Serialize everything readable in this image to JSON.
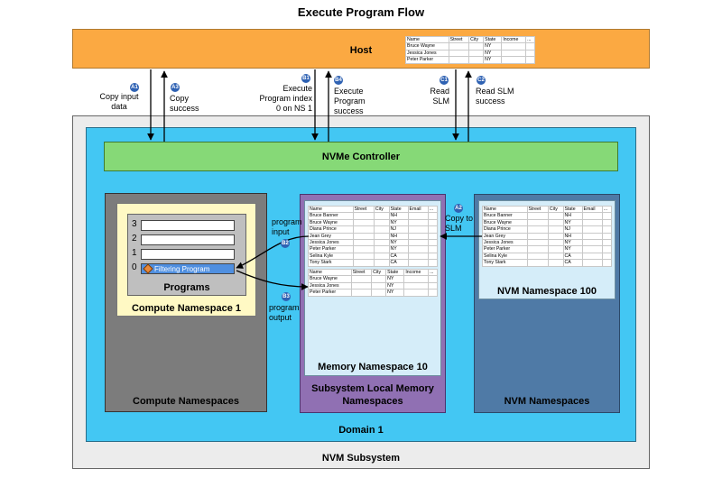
{
  "title": "Execute Program Flow",
  "host": {
    "label": "Host",
    "table": {
      "headers": [
        "Name",
        "Street",
        "City",
        "State",
        "Income",
        "..."
      ],
      "rows": [
        [
          "Bruce Wayne",
          "",
          "",
          "NY",
          "",
          ""
        ],
        [
          "Jessica Jones",
          "",
          "",
          "NY",
          "",
          ""
        ],
        [
          "Peter Parker",
          "",
          "",
          "NY",
          "",
          ""
        ]
      ]
    }
  },
  "annotations": [
    {
      "badge": "A1",
      "text_lines": [
        "Copy input",
        "data"
      ]
    },
    {
      "badge": "A3",
      "text_lines": [
        "Copy",
        "success"
      ]
    },
    {
      "badge": "B1",
      "text_lines": [
        "Execute",
        "Program index",
        "0 on NS 1"
      ]
    },
    {
      "badge": "B4",
      "text_lines": [
        "Execute",
        "Program",
        "success"
      ]
    },
    {
      "badge": "C1",
      "text_lines": [
        "Read",
        "SLM"
      ]
    },
    {
      "badge": "C2",
      "text_lines": [
        "Read SLM",
        "success"
      ]
    },
    {
      "badge": "A2",
      "text_lines": [
        "Copy to",
        "SLM"
      ]
    },
    {
      "badge": "B2",
      "text_lines": [
        "program",
        "input"
      ]
    },
    {
      "badge": "B3",
      "text_lines": [
        "program",
        "output"
      ]
    }
  ],
  "nvme_controller": {
    "label": "NVMe Controller"
  },
  "compute_namespaces": {
    "label": "Compute Namespaces",
    "namespace1": {
      "label": "Compute Namespace 1",
      "programs": {
        "label": "Programs",
        "slots": [
          {
            "index": "3",
            "label": ""
          },
          {
            "index": "2",
            "label": ""
          },
          {
            "index": "1",
            "label": ""
          },
          {
            "index": "0",
            "label": "Filtering Program"
          }
        ]
      }
    }
  },
  "slm": {
    "label_lines": [
      "Subsystem Local Memory",
      "Namespaces"
    ],
    "memory_ns10": {
      "label": "Memory Namespace 10",
      "table_input": {
        "headers": [
          "Name",
          "Street",
          "City",
          "State",
          "Email",
          "..."
        ],
        "rows": [
          [
            "Bruce Banner",
            "",
            "",
            "NH",
            "",
            ""
          ],
          [
            "Bruce Wayne",
            "",
            "",
            "NY",
            "",
            ""
          ],
          [
            "Diana Prince",
            "",
            "",
            "NJ",
            "",
            ""
          ],
          [
            "Jean Grey",
            "",
            "",
            "NH",
            "",
            ""
          ],
          [
            "Jessica Jones",
            "",
            "",
            "NY",
            "",
            ""
          ],
          [
            "Peter Parker",
            "",
            "",
            "NY",
            "",
            ""
          ],
          [
            "Selina Kyle",
            "",
            "",
            "CA",
            "",
            ""
          ],
          [
            "Tony Stark",
            "",
            "",
            "CA",
            "",
            ""
          ]
        ]
      },
      "table_output": {
        "headers": [
          "Name",
          "Street",
          "City",
          "State",
          "Income",
          "..."
        ],
        "rows": [
          [
            "Bruce Wayne",
            "",
            "",
            "NY",
            "",
            ""
          ],
          [
            "Jessica Jones",
            "",
            "",
            "NY",
            "",
            ""
          ],
          [
            "Peter Parker",
            "",
            "",
            "NY",
            "",
            ""
          ]
        ]
      }
    }
  },
  "nvm_namespaces": {
    "label": "NVM Namespaces",
    "ns100": {
      "label": "NVM Namespace 100",
      "table": {
        "headers": [
          "Name",
          "Street",
          "City",
          "State",
          "Email",
          "..."
        ],
        "rows": [
          [
            "Bruce Banner",
            "",
            "",
            "NH",
            "",
            ""
          ],
          [
            "Bruce Wayne",
            "",
            "",
            "NY",
            "",
            ""
          ],
          [
            "Diana Prince",
            "",
            "",
            "NJ",
            "",
            ""
          ],
          [
            "Jean Grey",
            "",
            "",
            "NH",
            "",
            ""
          ],
          [
            "Jessica Jones",
            "",
            "",
            "NY",
            "",
            ""
          ],
          [
            "Peter Parker",
            "",
            "",
            "NY",
            "",
            ""
          ],
          [
            "Selina Kyle",
            "",
            "",
            "CA",
            "",
            ""
          ],
          [
            "Tony Stark",
            "",
            "",
            "CA",
            "",
            ""
          ]
        ]
      }
    }
  },
  "domain": {
    "label": "Domain 1"
  },
  "subsystem": {
    "label": "NVM Subsystem"
  },
  "colors": {
    "host": "#fba942",
    "nvme_controller": "#86d977",
    "domain": "#43c7f3",
    "compute": "#7c7c7c",
    "slm": "#9070b3",
    "nvm": "#4f7aa6",
    "badge": "#2f62b3"
  }
}
